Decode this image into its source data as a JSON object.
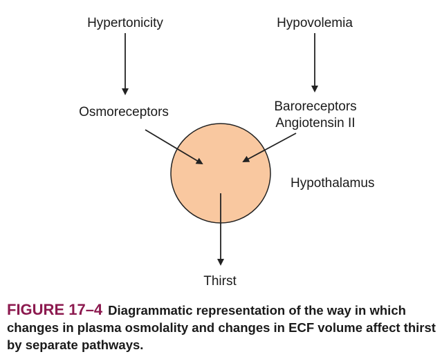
{
  "diagram": {
    "labels": {
      "hypertonicity": "Hypertonicity",
      "hypovolemia": "Hypovolemia",
      "osmoreceptors": "Osmoreceptors",
      "baroreceptors": "Baroreceptors",
      "angiotensin": "Angiotensin II",
      "hypothalamus": "Hypothalamus",
      "thirst": "Thirst"
    },
    "colors": {
      "circle_fill": "#f9c8a0",
      "circle_stroke": "#222222",
      "arrow": "#222222",
      "figure_label": "#8c1a4f"
    }
  },
  "caption": {
    "label": "FIGURE 17–4",
    "text": "Diagrammatic representation of the way in which changes in plasma osmolality and changes in ECF volume affect thirst by separate pathways."
  }
}
